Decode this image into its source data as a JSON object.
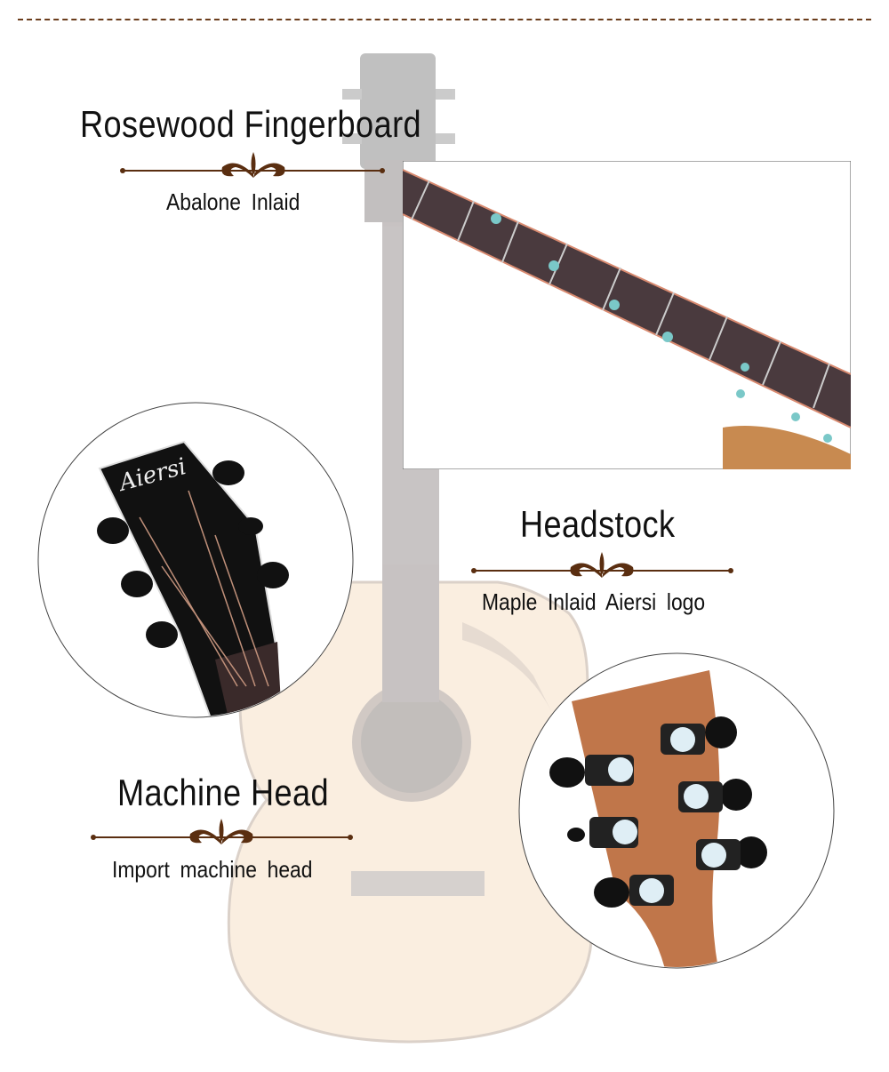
{
  "sections": [
    {
      "title": "Rosewood Fingerboard",
      "subtitle": "Abalone  Inlaid"
    },
    {
      "title": "Headstock",
      "subtitle": "Maple Inlaid   Aiersi logo"
    },
    {
      "title": "Machine Head",
      "subtitle": "Import  machine head"
    }
  ],
  "brand": {
    "logo": "Aiersi"
  },
  "colors": {
    "accent": "#5a2e10",
    "fingerboard": "#4a3a3e",
    "mahogany": "#c0764a"
  }
}
